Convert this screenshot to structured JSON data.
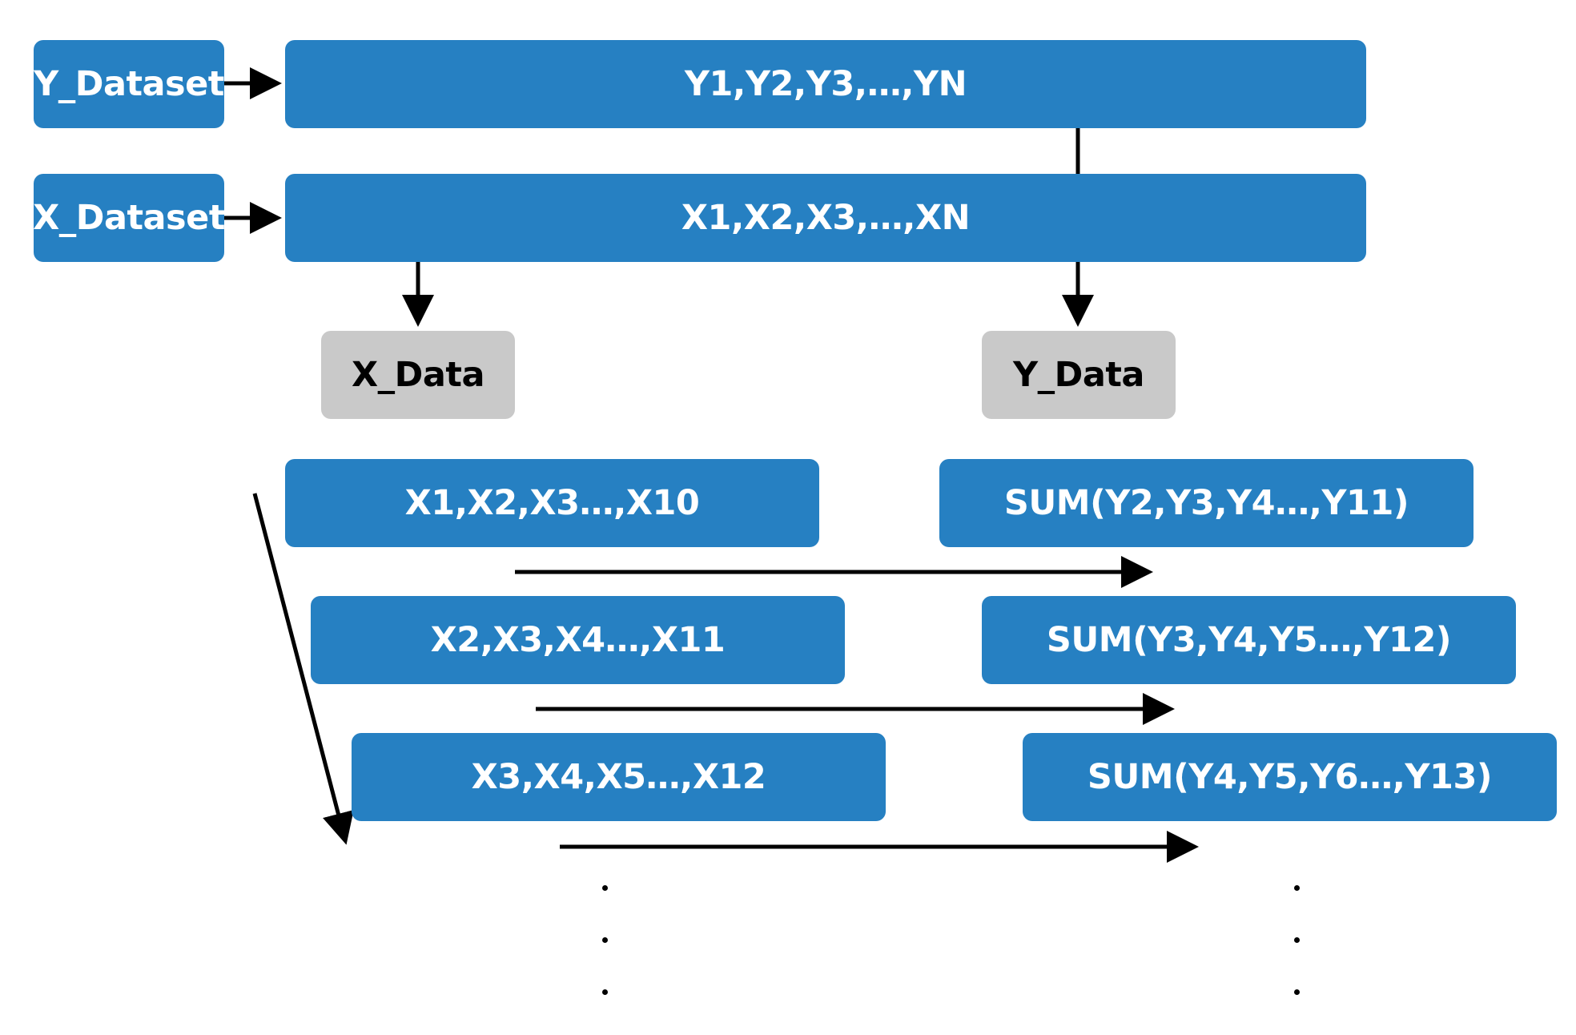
{
  "colors": {
    "box_blue": "#2680c2",
    "box_gray": "#c9c9c9",
    "arrow": "#000000"
  },
  "sources": {
    "y_dataset": "Y_Dataset",
    "x_dataset": "X_Dataset"
  },
  "series": {
    "y_sequence": "Y1,Y2,Y3,…,YN",
    "x_sequence": "X1,X2,X3,…,XN"
  },
  "outputs": {
    "x_data": "X_Data",
    "y_data": "Y_Data"
  },
  "windows": [
    {
      "x_window": "X1,X2,X3…,X10",
      "y_sum": "SUM(Y2,Y3,Y4…,Y11)"
    },
    {
      "x_window": "X2,X3,X4…,X11",
      "y_sum": "SUM(Y3,Y4,Y5…,Y12)"
    },
    {
      "x_window": "X3,X4,X5…,X12",
      "y_sum": "SUM(Y4,Y5,Y6…,Y13)"
    }
  ]
}
